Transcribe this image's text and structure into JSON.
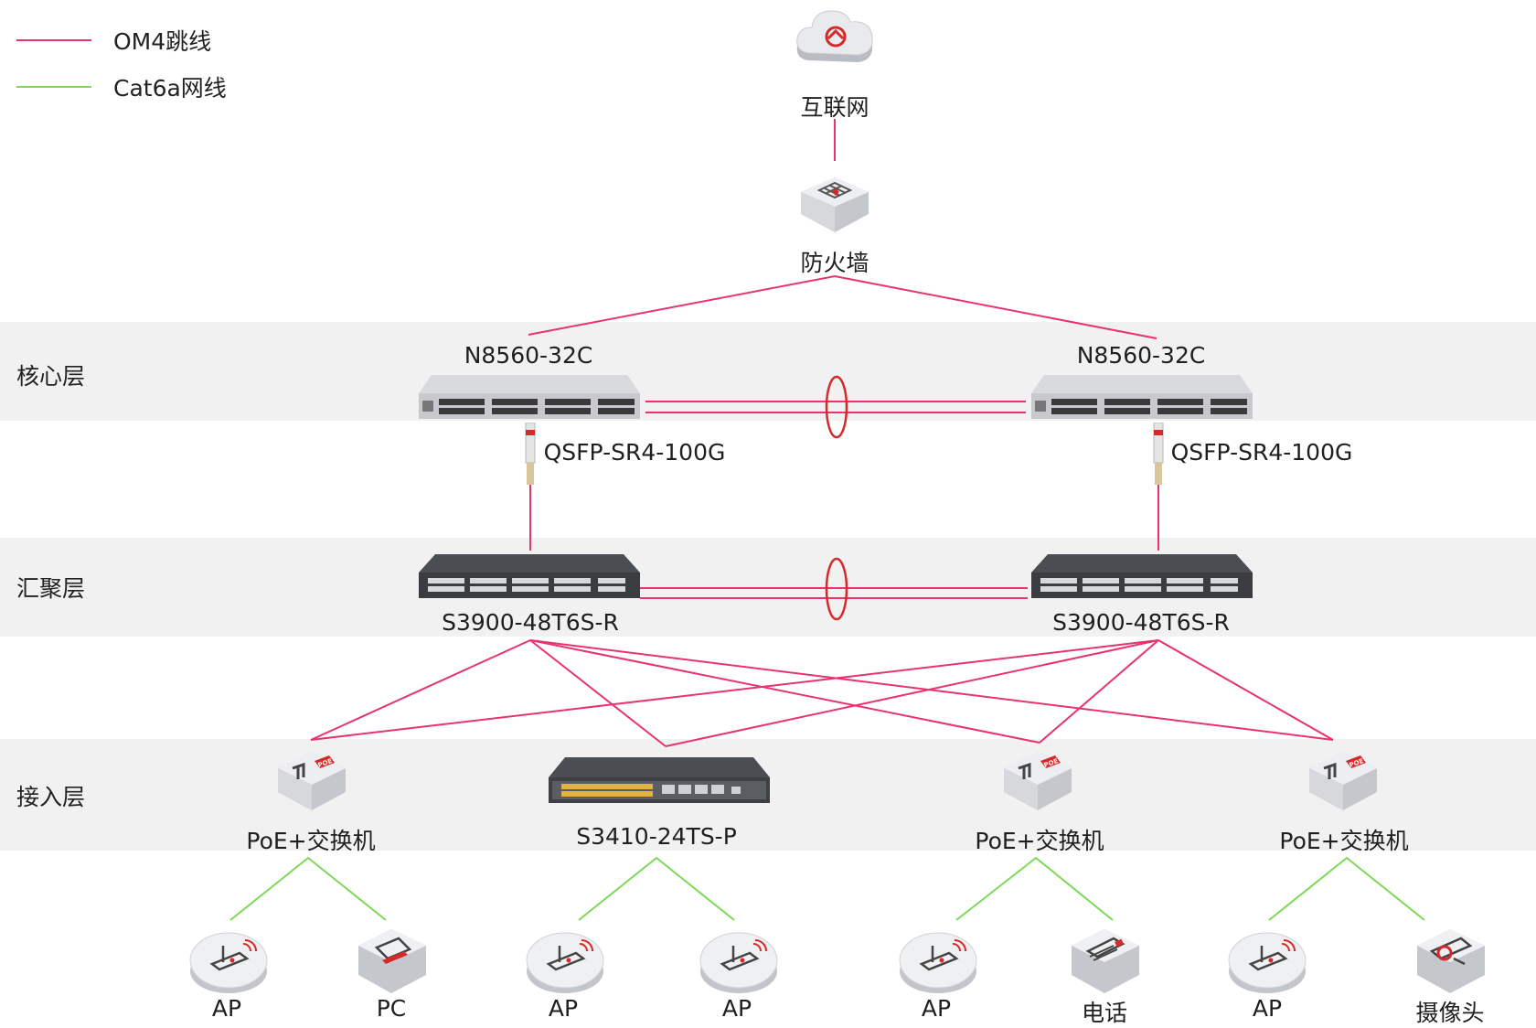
{
  "legend": {
    "om4": {
      "label": "OM4跳线",
      "color": "#e8336f"
    },
    "cat6a": {
      "label": "Cat6a网线",
      "color": "#7ed957"
    }
  },
  "layers": {
    "core": "核心层",
    "aggregation": "汇聚层",
    "access": "接入层"
  },
  "nodes": {
    "internet": "互联网",
    "firewall": "防火墙",
    "core_left": "N8560-32C",
    "core_right": "N8560-32C",
    "module_left": "QSFP-SR4-100G",
    "module_right": "QSFP-SR4-100G",
    "agg_left": "S3900-48T6S-R",
    "agg_right": "S3900-48T6S-R",
    "access_1": "PoE+交换机",
    "access_2": "S3410-24TS-P",
    "access_3": "PoE+交换机",
    "access_4": "PoE+交换机",
    "poe_badge": "POE"
  },
  "endpoints": [
    "AP",
    "PC",
    "AP",
    "AP",
    "AP",
    "电话",
    "AP",
    "摄像头"
  ],
  "colors": {
    "fiber": "#e8336f",
    "copper": "#7ed957",
    "lag_ring": "#d42a2a",
    "band": "#f1f1f1"
  }
}
